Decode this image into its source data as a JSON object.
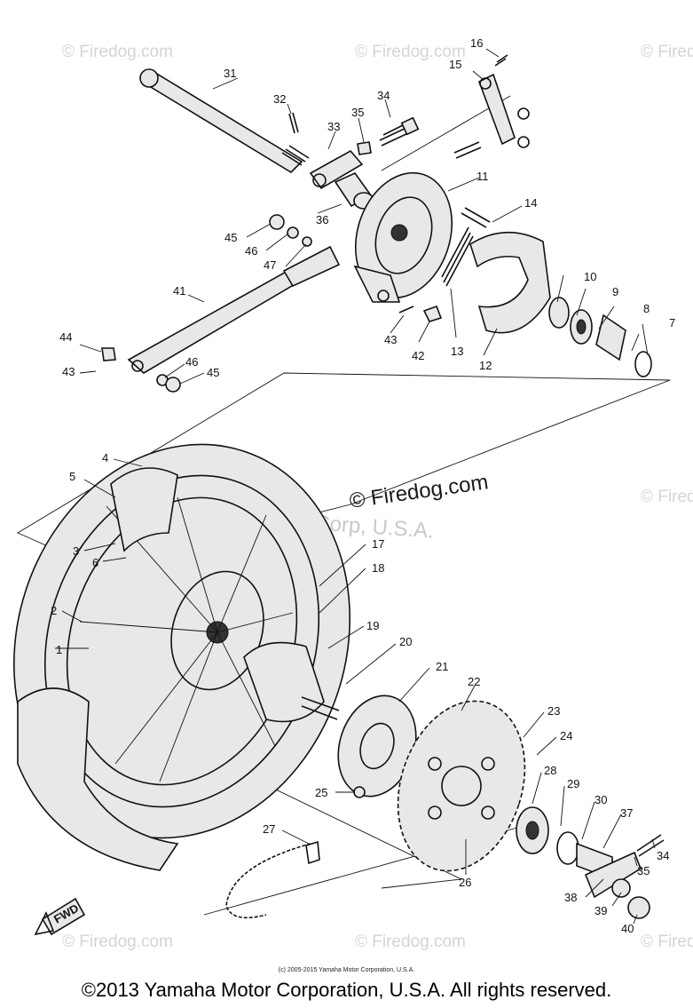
{
  "watermark": "© Firedog.com",
  "center_watermark": "© Firedog.com",
  "faint_watermark": "Yamaha Motor Corp, U.S.A.",
  "fwd_badge": "FWD",
  "credit_small": "(c) 2005-2015 Yamaha Motor Corporation, U.S.A.",
  "copyright": "©2013 Yamaha Motor Corporation, U.S.A. All rights reserved.",
  "callouts": [
    "1",
    "2",
    "3",
    "4",
    "5",
    "6",
    "7",
    "8",
    "9",
    "10",
    "11",
    "12",
    "13",
    "14",
    "15",
    "16",
    "17",
    "18",
    "19",
    "20",
    "21",
    "22",
    "23",
    "24",
    "25",
    "26",
    "27",
    "28",
    "29",
    "30",
    "31",
    "32",
    "33",
    "34",
    "35",
    "36",
    "37",
    "38",
    "39",
    "40",
    "41",
    "42",
    "43",
    "44",
    "45",
    "46",
    "47"
  ]
}
